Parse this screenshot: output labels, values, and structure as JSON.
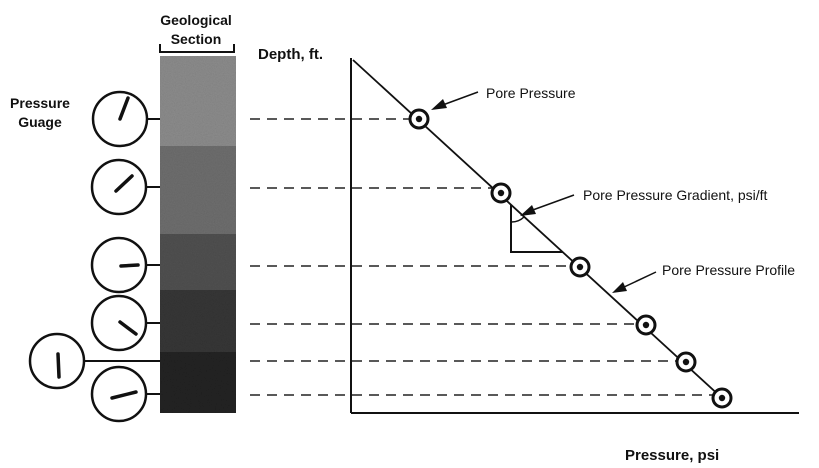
{
  "labels": {
    "section_title_line1": "Geological",
    "section_title_line2": "Section",
    "gauge_label_line1": "Pressure",
    "gauge_label_line2": "Guage",
    "y_axis": "Depth, ft.",
    "x_axis": "Pressure, psi",
    "pore_pressure": "Pore Pressure",
    "gradient": "Pore Pressure Gradient, psi/ft",
    "profile": "Pore Pressure Profile"
  },
  "colors": {
    "ink": "#111111",
    "background": "#ffffff",
    "layers": [
      "#8c8c8c",
      "#6e6e6e",
      "#505050",
      "#363636",
      "#222222"
    ]
  }
}
